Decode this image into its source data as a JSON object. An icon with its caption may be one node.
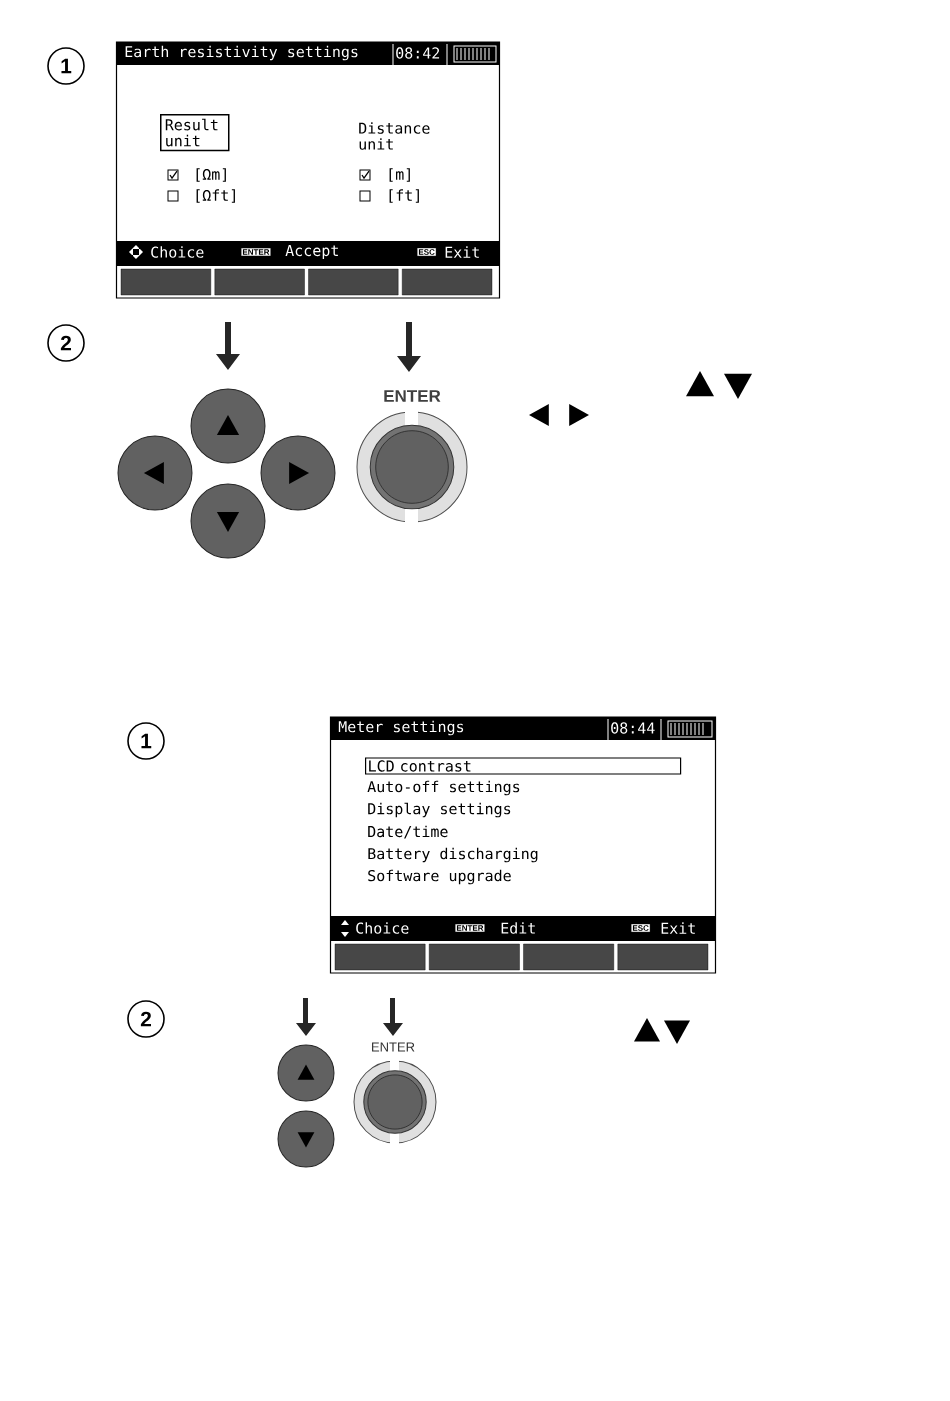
{
  "diagram": {
    "nodes": [
      {
        "text": [
          "1"
        ]
      },
      {
        "text": [
          "Earth resistivity settings",
          "08:42"
        ]
      },
      {
        "text": [
          "Result unit"
        ],
        "in": 1
      },
      {
        "text": [
          "2"
        ]
      },
      {
        "text": [
          "1"
        ]
      },
      {
        "text": [
          "Meter settings",
          "08:44"
        ]
      },
      {
        "text": [
          "LCD contrast"
        ],
        "in": 5
      },
      {
        "text": [
          "2"
        ]
      }
    ],
    "labels": [
      "Distance unit",
      "[Ωm]",
      "[m]",
      "[Ωft]",
      "[ft]",
      "Choice",
      "ENTER",
      "Accept",
      "ESC",
      "Exit",
      "ENTER",
      "Auto-off settings",
      "Display settings",
      "Date/time",
      "Battery discharging",
      "Software upgrade",
      "Choice",
      "ENTER",
      "Edit",
      "ESC",
      "Exit",
      "ENTER"
    ]
  }
}
